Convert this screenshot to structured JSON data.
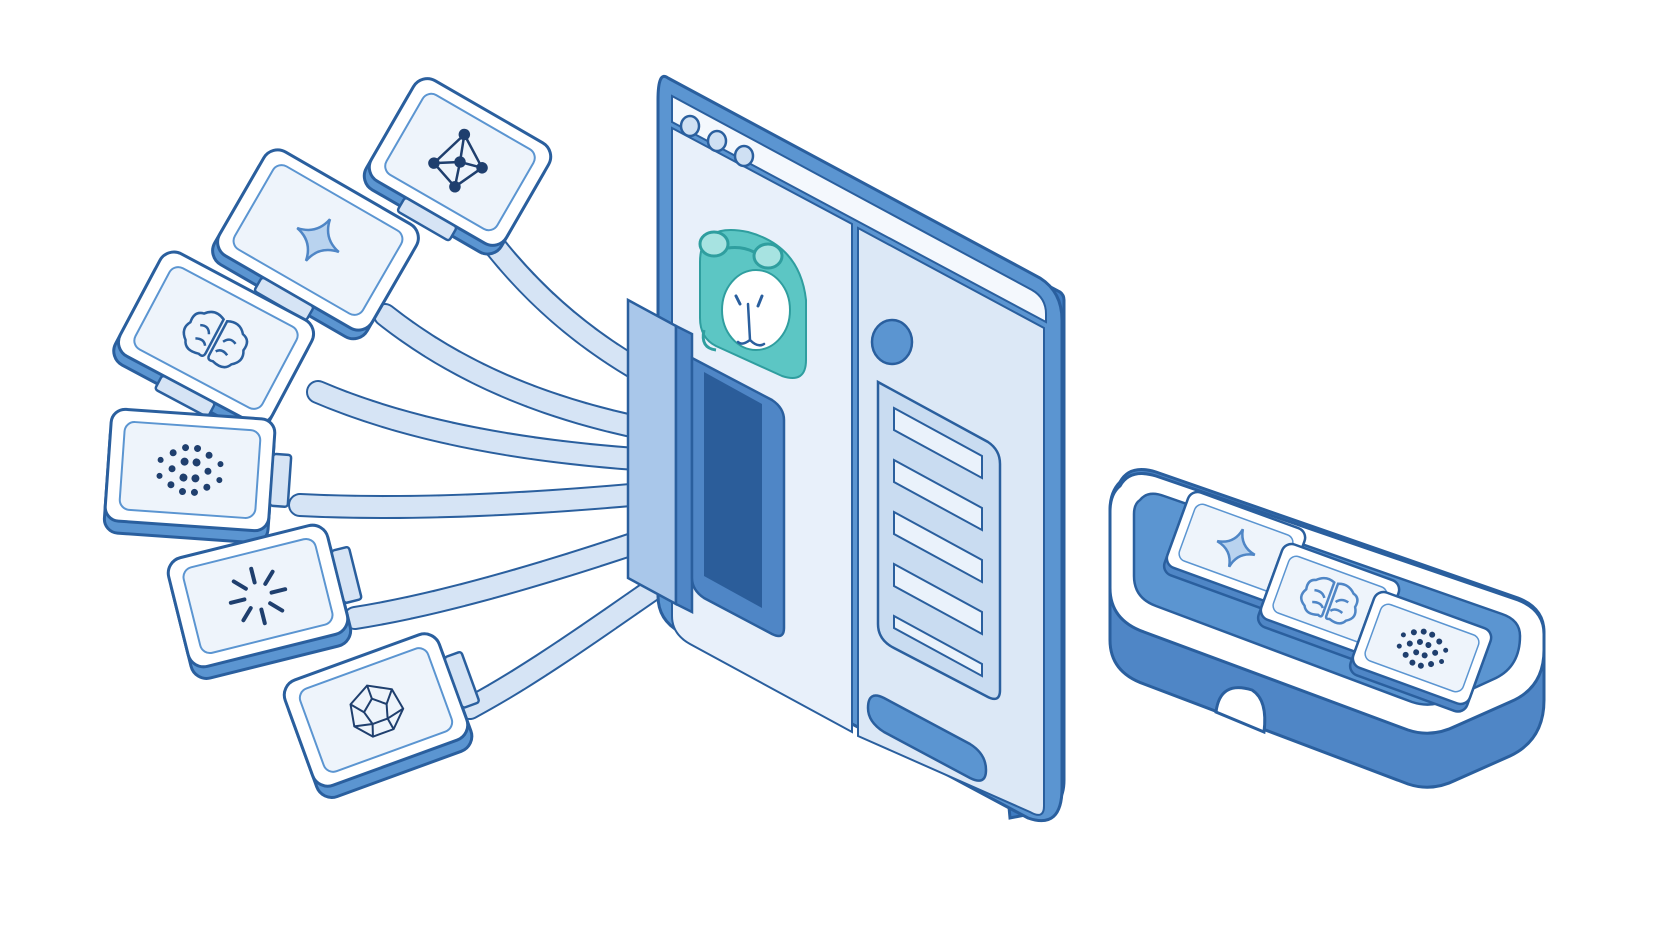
{
  "colors": {
    "outline": "#2a5f9e",
    "frame": "#5b95d1",
    "panel": "#e8f0fa",
    "panel_light": "#f4f8fd",
    "card": "#ffffff",
    "cable": "#d6e4f5",
    "slot_dark": "#2b5d9a",
    "slot_mid": "#4f86c6",
    "mascot": "#5cc6c4",
    "mascot_dark": "#2f9e9f",
    "icon_dark": "#1f3f6e"
  },
  "modules": [
    {
      "icon": "network-graph-icon"
    },
    {
      "icon": "sparkle-star-icon"
    },
    {
      "icon": "brain-icon"
    },
    {
      "icon": "dot-cluster-icon"
    },
    {
      "icon": "radial-burst-icon"
    },
    {
      "icon": "polyhedron-icon"
    }
  ],
  "window": {
    "controls": [
      "window-dot-1",
      "window-dot-2",
      "window-dot-3"
    ],
    "mascot": "capybara-with-goggles-mascot",
    "list_rows": 5
  },
  "tray": {
    "modules": [
      {
        "icon": "sparkle-star-icon"
      },
      {
        "icon": "brain-icon"
      },
      {
        "icon": "dot-cluster-icon"
      }
    ]
  }
}
